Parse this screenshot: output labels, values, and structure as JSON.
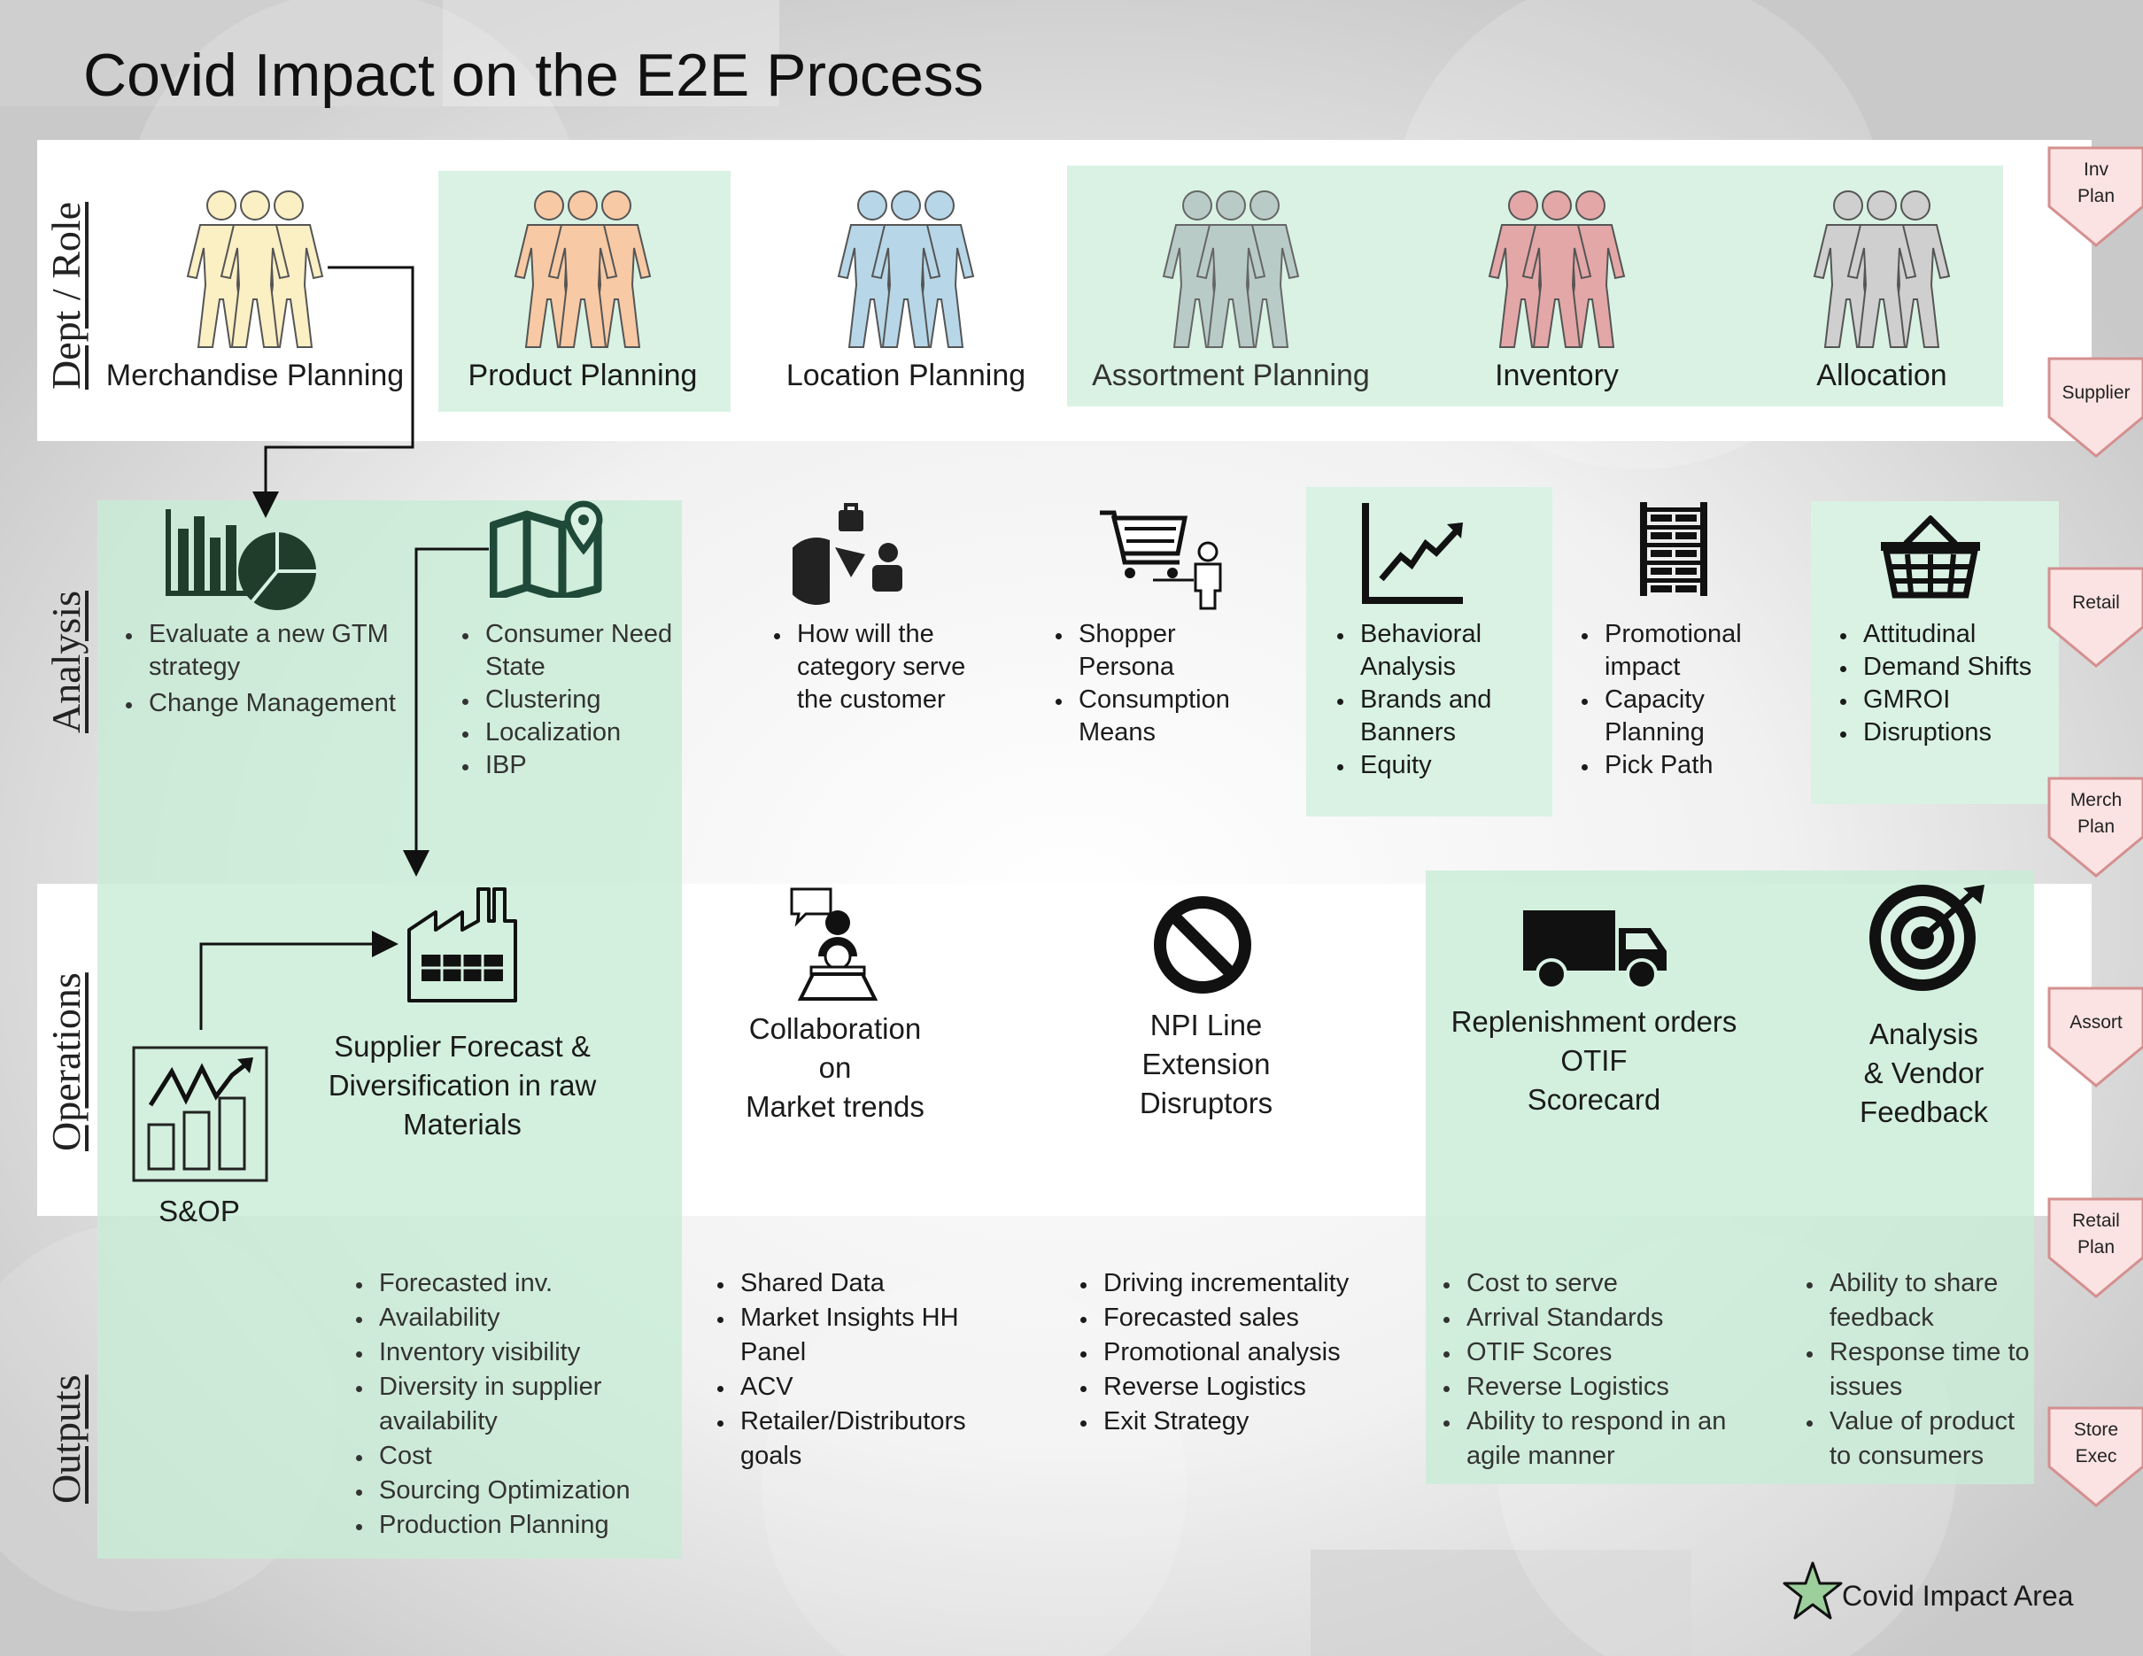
{
  "title": "Covid Impact on the E2E Process",
  "row_labels": {
    "dept_role": "Dept / Role",
    "analysis": "Analysis",
    "operations": "Operations",
    "outputs": "Outputs"
  },
  "roles": [
    {
      "label": "Merchandise Planning",
      "color": "#fbefc4"
    },
    {
      "label": "Product Planning",
      "color": "#f7c9a4"
    },
    {
      "label": "Location Planning",
      "color": "#b7d7e8"
    },
    {
      "label": "Assortment Planning",
      "color": "#b9cbc7"
    },
    {
      "label": "Inventory",
      "color": "#e3a7a7"
    },
    {
      "label": "Allocation",
      "color": "#cfcfcf"
    }
  ],
  "analysis": [
    {
      "icon": "bar-pie-chart-icon",
      "items": [
        "Evaluate a new GTM strategy",
        "Change Management"
      ]
    },
    {
      "icon": "map-pin-icon",
      "items": [
        "Consumer Need State",
        "Clustering",
        "Localization",
        "IBP"
      ]
    },
    {
      "icon": "pie-person-icon",
      "items": [
        "How will the category serve the customer"
      ]
    },
    {
      "icon": "shopping-cart-person-icon",
      "items": [
        "Shopper Persona",
        "Consumption Means"
      ]
    },
    {
      "icon": "growth-chart-icon",
      "items": [
        "Behavioral Analysis",
        "Brands and Banners",
        "Equity"
      ]
    },
    {
      "icon": "warehouse-shelf-icon",
      "items": [
        "Promotional impact",
        "Capacity Planning",
        "Pick Path"
      ]
    },
    {
      "icon": "shopping-basket-icon",
      "items": [
        "Attitudinal",
        "Demand Shifts",
        "GMROI",
        "Disruptions"
      ]
    }
  ],
  "operations": {
    "sop": "S&OP",
    "supplier": "Supplier Forecast & Diversification in raw Materials",
    "collaboration": [
      "Collaboration",
      "on",
      "Market trends"
    ],
    "npi": [
      "NPI Line",
      "Extension",
      "Disruptors"
    ],
    "replenishment": [
      "Replenishment orders",
      "OTIF",
      "Scorecard"
    ],
    "vendor": [
      "Analysis",
      "& Vendor",
      "Feedback"
    ]
  },
  "outputs": [
    [
      "Forecasted inv.",
      "Availability",
      "Inventory visibility",
      "Diversity in supplier availability",
      "Cost",
      "Sourcing Optimization",
      "Production Planning"
    ],
    [
      "Shared Data",
      "Market Insights HH Panel",
      "ACV",
      "Retailer/Distributors goals"
    ],
    [
      "Driving incrementality",
      "Forecasted sales",
      "Promotional analysis",
      "Reverse Logistics",
      "Exit Strategy"
    ],
    [
      "Cost to serve",
      "Arrival Standards",
      "OTIF Scores",
      "Reverse Logistics",
      "Ability to respond in an agile manner"
    ],
    [
      "Ability to share feedback",
      "Response time to issues",
      "Value of product to consumers"
    ]
  ],
  "side_tags": [
    "Inv\nPlan",
    "Supplier",
    "Retail",
    "Merch\nPlan",
    "Assort",
    "Retail\nPlan",
    "Store\nExec"
  ],
  "legend": "Covid Impact Area",
  "colors": {
    "highlight": "#d9f2e4",
    "tag_fill": "#fbe3e3",
    "tag_stroke": "#d58f8f",
    "star": "#9ccf9c"
  }
}
